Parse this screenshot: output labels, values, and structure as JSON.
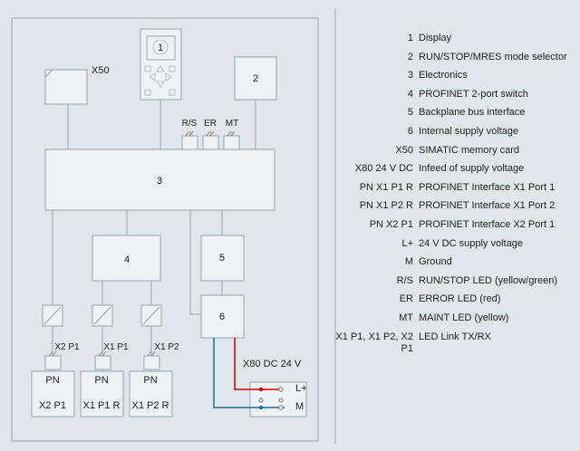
{
  "diagram": {
    "box_labels": {
      "display": "1",
      "mode_selector": "2",
      "electronics": "3",
      "switch": "4",
      "backplane": "5",
      "supply": "6"
    },
    "x50_label": "X50",
    "leds": [
      "R/S",
      "ER",
      "MT"
    ],
    "ports": [
      {
        "led": "X2 P1",
        "line1": "PN",
        "line2": "X2 P1"
      },
      {
        "led": "X1 P1",
        "line1": "PN",
        "line2": "X1 P1 R"
      },
      {
        "led": "X1 P2",
        "line1": "PN",
        "line2": "X1 P2 R"
      }
    ],
    "x80": {
      "title": "X80 DC 24 V",
      "plus": "L+",
      "minus": "M"
    },
    "colors": {
      "background": "#dfe6ec",
      "line": "#9aa3ab",
      "box_fill": "#eef2f5",
      "positive": "#cc0000",
      "negative": "#1f6e8c"
    }
  },
  "legend": [
    {
      "key": "1",
      "desc": "Display"
    },
    {
      "key": "2",
      "desc": "RUN/STOP/MRES mode selector"
    },
    {
      "key": "3",
      "desc": "Electronics"
    },
    {
      "key": "4",
      "desc": "PROFINET 2-port switch"
    },
    {
      "key": "5",
      "desc": "Backplane bus interface"
    },
    {
      "key": "6",
      "desc": "Internal supply voltage"
    },
    {
      "key": "X50",
      "desc": "SIMATIC memory card"
    },
    {
      "key": "X80 24 V DC",
      "desc": "Infeed of supply voltage"
    },
    {
      "key": "PN X1 P1 R",
      "desc": "PROFINET Interface X1 Port 1"
    },
    {
      "key": "PN X1 P2 R",
      "desc": "PROFINET Interface X1 Port 2"
    },
    {
      "key": "PN X2 P1",
      "desc": "PROFINET Interface X2 Port 1"
    },
    {
      "key": "L+",
      "desc": "24 V DC supply voltage"
    },
    {
      "key": "M",
      "desc": "Ground"
    },
    {
      "key": "R/S",
      "desc": "RUN/STOP LED (yellow/green)"
    },
    {
      "key": "ER",
      "desc": "ERROR LED (red)"
    },
    {
      "key": "MT",
      "desc": "MAINT LED (yellow)"
    },
    {
      "key": "X1 P1, X1 P2, X2 P1",
      "desc": "LED Link TX/RX"
    }
  ]
}
